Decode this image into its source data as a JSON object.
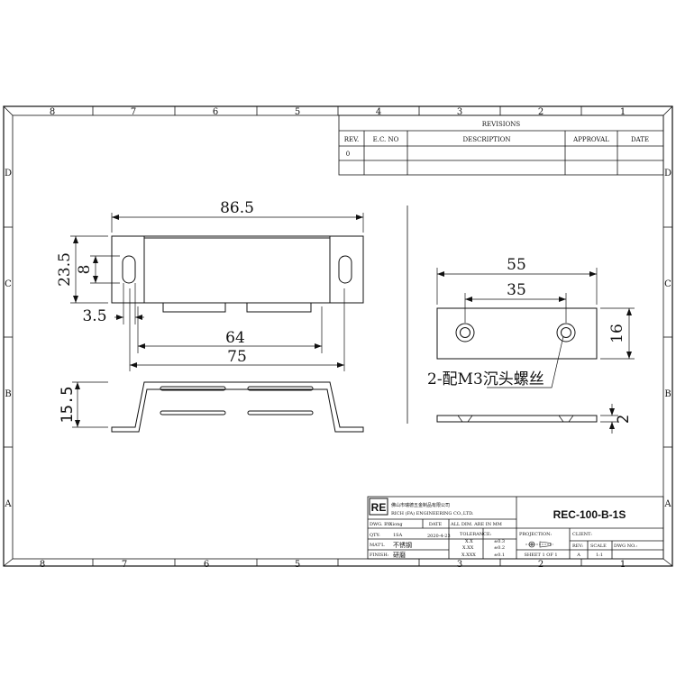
{
  "zones": {
    "columns": [
      "8",
      "7",
      "6",
      "5",
      "4",
      "3",
      "2",
      "1"
    ],
    "rows": [
      "D",
      "C",
      "B",
      "A"
    ]
  },
  "revisions": {
    "title": "REVISIONS",
    "headers": [
      "REV.",
      "E.C. NO",
      "DESCRIPTION",
      "APPROVAL",
      "DATE"
    ],
    "rows": [
      [
        "0",
        "",
        "",
        "",
        ""
      ]
    ]
  },
  "left_view": {
    "overall_length": "86.5",
    "height": "23.5",
    "slot_length": "8",
    "edge_offset": "3.5",
    "inner_span": "64",
    "outer_span": "75",
    "side_height": "15.5"
  },
  "right_view": {
    "length": "55",
    "hole_spacing": "35",
    "width": "16",
    "note": "2-配M3沉头螺丝",
    "thickness": "2"
  },
  "title_block": {
    "logo": "RE",
    "company_cn": "佛山市瑞德五金制品有限公司",
    "company_en": "RICH (FA) ENGINEERING CO.,LTD.",
    "dwg_by_label": "DWG. BY:",
    "dwg_by": "Xiong",
    "dwg_date": "2020-4-23",
    "date_label": "DATE",
    "units_note": "ALL DIM. ARE IN MM",
    "tolerance_label": "TOLERANCE:",
    "tolerances": [
      [
        "X.X",
        "±0.3"
      ],
      [
        "X.XX",
        "±0.2"
      ],
      [
        "X.XXX",
        "±0.1"
      ]
    ],
    "qty_label": "QTY:",
    "qty": "1SA",
    "matl_label": "MAT'L",
    "matl": "不锈钢",
    "finish_label": "FINISH:",
    "finish": "研磨",
    "projection_label": "PROJECTION:",
    "client_label": "CLIENT:",
    "sheet": "SHEET  1  OF  1",
    "rev_label": "REV:",
    "rev": "A",
    "scale_label": "SCALE",
    "scale": "1:1",
    "dwg_no_label": "DWG NO.:",
    "part_no": "REC-100-B-1S"
  }
}
